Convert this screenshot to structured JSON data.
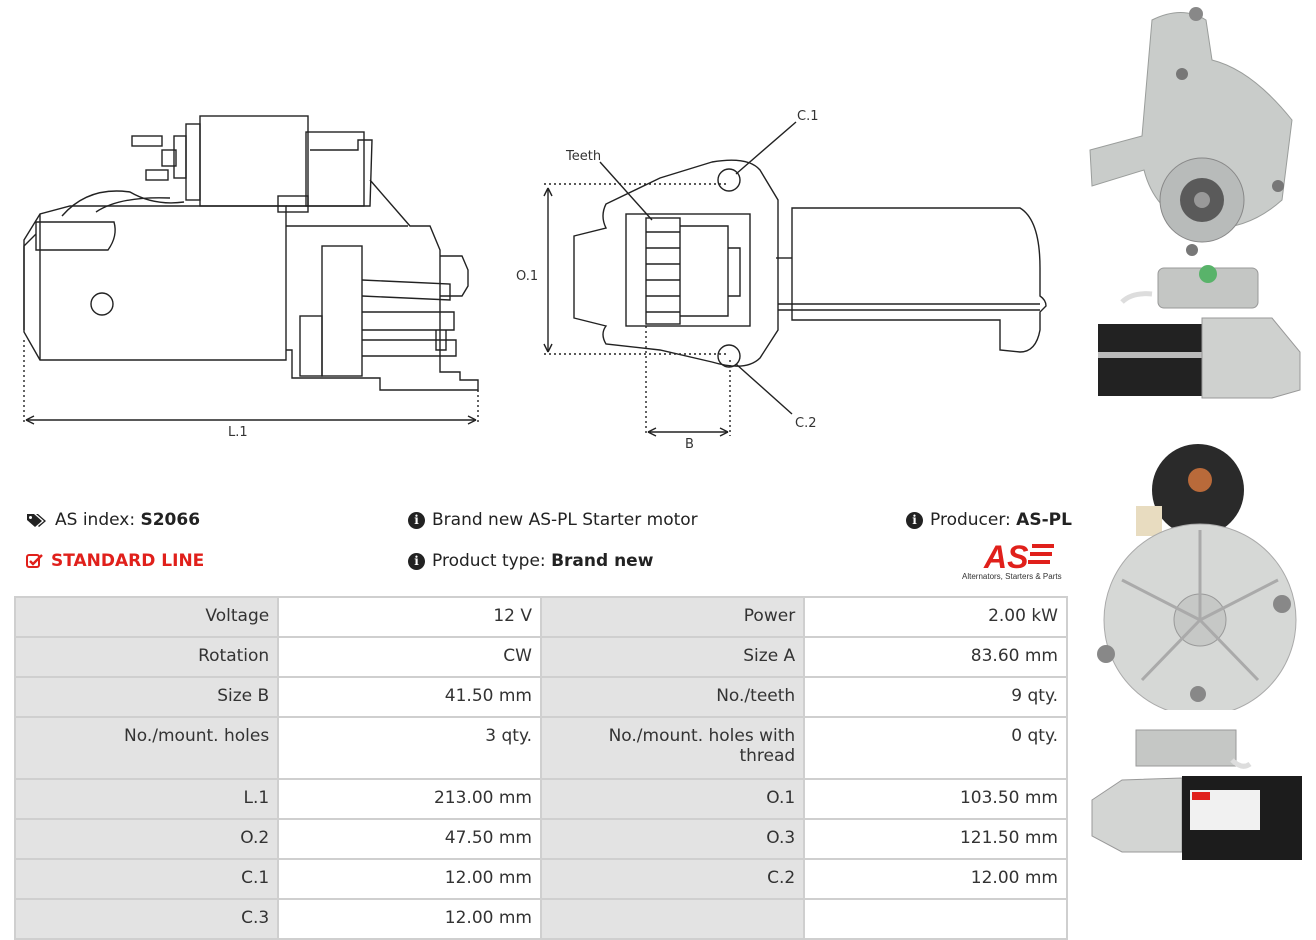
{
  "drawing": {
    "labels": {
      "l1": "L.1",
      "o1": "O.1",
      "b": "B",
      "teeth": "Teeth",
      "c1": "C.1",
      "c2": "C.2"
    }
  },
  "header": {
    "as_index_label": "AS index:",
    "as_index_value": "S2066",
    "description": "Brand new AS-PL Starter motor",
    "producer_label": "Producer:",
    "producer_value": "AS-PL",
    "line": "STANDARD LINE",
    "product_type_label": "Product type:",
    "product_type_value": "Brand new",
    "logo_text": "AS",
    "logo_tagline": "Alternators, Starters & Parts"
  },
  "specs": [
    {
      "l1": "Voltage",
      "v1": "12 V",
      "l2": "Power",
      "v2": "2.00 kW"
    },
    {
      "l1": "Rotation",
      "v1": "CW",
      "l2": "Size A",
      "v2": "83.60 mm"
    },
    {
      "l1": "Size B",
      "v1": "41.50 mm",
      "l2": "No./teeth",
      "v2": "9 qty."
    },
    {
      "l1": "No./mount. holes",
      "v1": "3 qty.",
      "l2": "No./mount. holes with thread",
      "v2": "0 qty."
    },
    {
      "l1": "L.1",
      "v1": "213.00 mm",
      "l2": "O.1",
      "v2": "103.50 mm"
    },
    {
      "l1": "O.2",
      "v1": "47.50 mm",
      "l2": "O.3",
      "v2": "121.50 mm"
    },
    {
      "l1": "C.1",
      "v1": "12.00 mm",
      "l2": "C.2",
      "v2": "12.00 mm"
    },
    {
      "l1": "C.3",
      "v1": "12.00 mm",
      "l2": "",
      "v2": ""
    }
  ],
  "colors": {
    "accent_red": "#e0201b",
    "label_bg": "#e3e3e3",
    "grid": "#cfcfcf"
  },
  "icons": [
    "tags-icon",
    "info-icon",
    "checkbox-icon"
  ]
}
